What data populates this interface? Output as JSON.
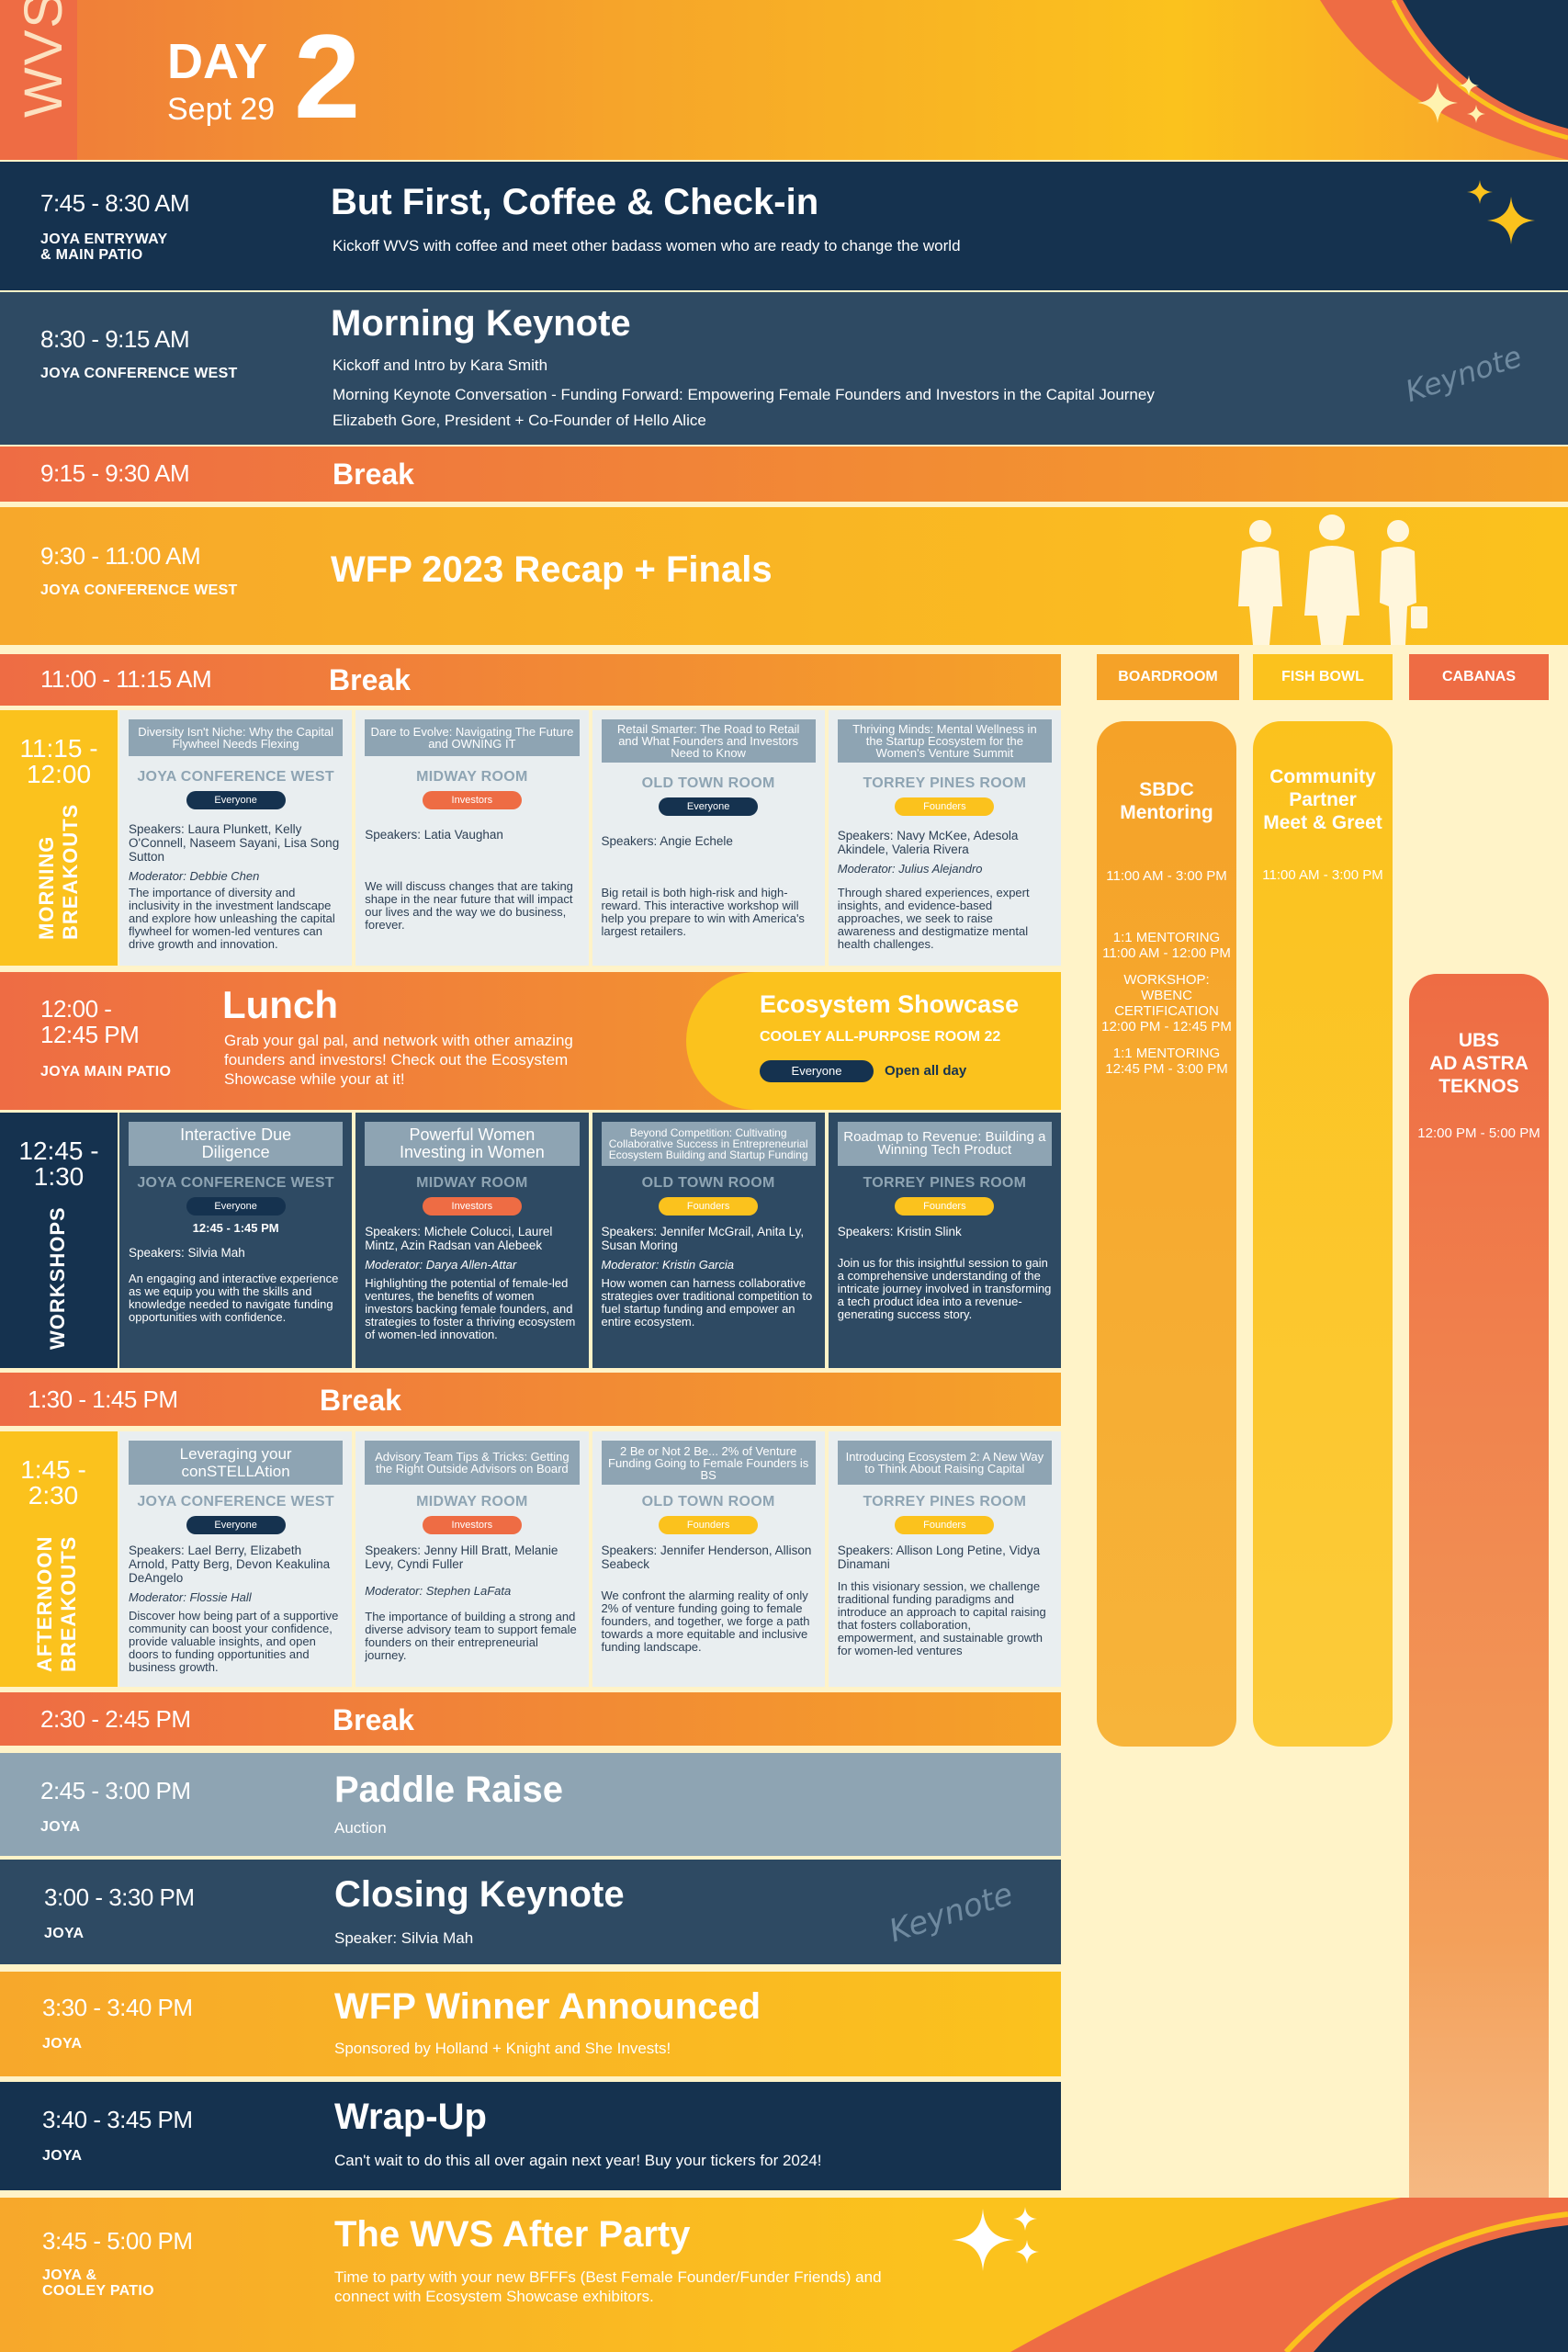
{
  "header": {
    "brand": "WVS",
    "day_word": "DAY",
    "day_number": "2",
    "date": "Sept 29"
  },
  "sessions": {
    "coffee": {
      "time": "7:45 - 8:30 AM",
      "location_line1": "JOYA ENTRYWAY",
      "location_line2": "& MAIN PATIO",
      "title": "But First, Coffee & Check-in",
      "description": "Kickoff WVS with coffee and meet other badass women who are ready to change the world"
    },
    "morning_keynote": {
      "time": "8:30 - 9:15 AM",
      "location": "JOYA CONFERENCE WEST",
      "title": "Morning Keynote",
      "line1": "Kickoff and Intro by Kara Smith",
      "line2": "Morning Keynote Conversation - Funding Forward: Empowering Female Founders and Investors in the Capital Journey",
      "line3": "Elizabeth Gore, President + Co-Founder of Hello Alice",
      "watermark": "Keynote"
    },
    "break1": {
      "time": "9:15 - 9:30 AM",
      "title": "Break"
    },
    "wfp_recap": {
      "time": "9:30 - 11:00 AM",
      "location": "JOYA CONFERENCE WEST",
      "title": "WFP 2023 Recap + Finals"
    },
    "break2": {
      "time": "11:00 - 11:15 AM",
      "title": "Break"
    },
    "lunch": {
      "time_line1": "12:00 -",
      "time_line2": "12:45 PM",
      "location": "JOYA MAIN PATIO",
      "title": "Lunch",
      "description": "Grab your gal pal, and network with other amazing founders and investors! Check out the Ecosystem Showcase while your at it!"
    },
    "ecosystem": {
      "title": "Ecosystem Showcase",
      "location": "COOLEY ALL-PURPOSE ROOM 22",
      "audience": "Everyone",
      "note": "Open all day"
    },
    "break3": {
      "time": "1:30 - 1:45 PM",
      "title": "Break"
    },
    "break4": {
      "time": "2:30 - 2:45 PM",
      "title": "Break"
    },
    "paddle_raise": {
      "time": "2:45 - 3:00 PM",
      "location": "JOYA",
      "title": "Paddle Raise",
      "description": "Auction"
    },
    "closing_keynote": {
      "time": "3:00 - 3:30 PM",
      "location": "JOYA",
      "title": "Closing Keynote",
      "description": "Speaker: Silvia Mah",
      "watermark": "Keynote"
    },
    "wfp_winner": {
      "time": "3:30 - 3:40 PM",
      "location": "JOYA",
      "title": "WFP Winner Announced",
      "description": "Sponsored by Holland + Knight and She Invests!"
    },
    "wrap_up": {
      "time": "3:40 - 3:45 PM",
      "location": "JOYA",
      "title": "Wrap-Up",
      "description": "Can't wait to do this all over again next year! Buy your tickers for 2024!"
    },
    "after_party": {
      "time": "3:45 - 5:00 PM",
      "location_line1": "JOYA &",
      "location_line2": "COOLEY PATIO",
      "title": "The WVS After Party",
      "description": "Time to party with your new BFFFs (Best Female Founder/Funder Friends) and connect with Ecosystem Showcase exhibitors."
    }
  },
  "morning_breakouts": {
    "time_line1": "11:15 -",
    "time_line2": "12:00",
    "label_line1": "MORNING",
    "label_line2": "BREAKOUTS",
    "cells": [
      {
        "title": "Diversity Isn't Niche: Why the Capital Flywheel Needs Flexing",
        "room": "JOYA CONFERENCE WEST",
        "audience": "Everyone",
        "speakers": "Speakers: Laura Plunkett, Kelly O'Connell, Naseem Sayani, Lisa Song Sutton",
        "moderator": "Moderator:  Debbie Chen",
        "description": "The importance of diversity and inclusivity in the investment landscape and explore how unleashing the capital flywheel for women-led ventures can drive growth and innovation."
      },
      {
        "title": "Dare to Evolve: Navigating The Future and OWNING IT",
        "room": "MIDWAY ROOM",
        "audience": "Investors",
        "speakers": "Speakers: Latia Vaughan",
        "moderator": "",
        "description": "We will discuss changes that are taking shape in the near future that will impact our lives and the way we do business, forever."
      },
      {
        "title": "Retail Smarter: The Road to Retail and What Founders and Investors Need to Know",
        "room": "OLD TOWN ROOM",
        "audience": "Everyone",
        "speakers": "Speakers: Angie Echele",
        "moderator": "",
        "description": "Big retail is both high-risk and high-reward. This interactive workshop will help you prepare to win with America's largest retailers."
      },
      {
        "title": "Thriving Minds: Mental Wellness in the Startup Ecosystem for the Women's Venture Summit",
        "room": "TORREY PINES ROOM",
        "audience": "Founders",
        "speakers": "Speakers: Navy McKee, Adesola Akindele, Valeria Rivera",
        "moderator": "Moderator: Julius Alejandro",
        "description": "Through shared experiences, expert insights, and evidence-based approaches, we seek to raise awareness and destigmatize mental health challenges."
      }
    ]
  },
  "workshops": {
    "time_line1": "12:45 -",
    "time_line2": "1:30",
    "label": "WORKSHOPS",
    "cells": [
      {
        "title": "Interactive Due Diligence",
        "room": "JOYA CONFERENCE WEST",
        "audience": "Everyone",
        "time": "12:45 - 1:45 PM",
        "speakers": "Speakers: Silvia Mah",
        "moderator": "",
        "description": "An engaging and interactive experience as we equip you with the skills and knowledge needed to navigate funding opportunities with confidence."
      },
      {
        "title": "Powerful Women Investing in Women",
        "room": "MIDWAY ROOM",
        "audience": "Investors",
        "time": "",
        "speakers": "Speakers:  Michele Colucci, Laurel Mintz, Azin Radsan van Alebeek",
        "moderator": "Moderator: Darya Allen-Attar",
        "description": "Highlighting the potential of female-led ventures, the benefits of women investors backing female founders, and strategies to foster a thriving ecosystem of women-led innovation."
      },
      {
        "title": "Beyond Competition: Cultivating Collaborative Success in Entrepreneurial Ecosystem Building and Startup Funding",
        "room": "OLD TOWN ROOM",
        "audience": "Founders",
        "time": "",
        "speakers": "Speakers: Jennifer McGrail, Anita Ly, Susan Moring",
        "moderator": "Moderator: Kristin Garcia",
        "description": "How women can harness collaborative strategies over traditional competition to fuel startup funding and empower an entire ecosystem."
      },
      {
        "title": "Roadmap to Revenue: Building a Winning Tech Product",
        "room": "TORREY PINES ROOM",
        "audience": "Founders",
        "time": "",
        "speakers": "Speakers: Kristin Slink",
        "moderator": "",
        "description": "Join us for this insightful session to gain a comprehensive understanding of the intricate journey involved in transforming a tech product idea into a revenue-generating success story."
      }
    ]
  },
  "afternoon_breakouts": {
    "time_line1": "1:45 -",
    "time_line2": "2:30",
    "label_line1": "AFTERNOON",
    "label_line2": "BREAKOUTS",
    "cells": [
      {
        "title": "Leveraging your conSTELLAtion",
        "room": "JOYA CONFERENCE WEST",
        "audience": "Everyone",
        "speakers": "Speakers: Lael Berry, Elizabeth Arnold, Patty Berg, Devon Keakulina DeAngelo",
        "moderator": "Moderator: Flossie Hall",
        "description": "Discover how being part of a supportive community can boost your confidence, provide valuable insights, and open doors to funding opportunities and business growth."
      },
      {
        "title": "Advisory Team Tips & Tricks: Getting the Right Outside Advisors on Board",
        "room": "MIDWAY ROOM",
        "audience": "Investors",
        "speakers": "Speakers: Jenny Hill Bratt, Melanie Levy, Cyndi Fuller",
        "moderator": "Moderator: Stephen LaFata",
        "description": "The importance of building a strong and diverse advisory team to support female founders on their entrepreneurial journey."
      },
      {
        "title": "2 Be or Not 2 Be... 2% of Venture Funding Going to Female Founders is BS",
        "room": "OLD TOWN ROOM",
        "audience": "Founders",
        "speakers": "Speakers: Jennifer Henderson, Allison Seabeck",
        "moderator": "",
        "description": "We confront the alarming reality of only 2% of venture funding going to female founders, and together, we forge a path towards a more equitable and inclusive funding landscape."
      },
      {
        "title": "Introducing Ecosystem 2: A New Way to Think About Raising Capital",
        "room": "TORREY PINES ROOM",
        "audience": "Founders",
        "speakers": "Speakers: Allison Long Petine, Vidya Dinamani",
        "moderator": "",
        "description": "In this visionary session, we challenge traditional funding paradigms and introduce an approach to capital raising that fosters collaboration, empowerment, and sustainable growth for women-led ventures"
      }
    ]
  },
  "side_tracks": {
    "boardroom": {
      "header": "BOARDROOM",
      "title_line1": "SBDC",
      "title_line2": "Mentoring",
      "time": "11:00 AM - 3:00 PM",
      "items": [
        "1:1 MENTORING",
        "11:00 AM - 12:00 PM",
        "WORKSHOP: WBENC",
        "CERTIFICATION",
        "12:00 PM - 12:45 PM",
        "1:1 MENTORING",
        "12:45 PM - 3:00 PM"
      ]
    },
    "fishbowl": {
      "header": "FISH BOWL",
      "title_line1": "Community",
      "title_line2": "Partner",
      "title_line3": "Meet & Greet",
      "time": "11:00 AM - 3:00 PM"
    },
    "cabanas": {
      "header": "CABANAS",
      "title_line1": "UBS",
      "title_line2": "AD ASTRA",
      "title_line3": "TEKNOS",
      "time": "12:00 PM - 5:00 PM"
    }
  },
  "colors": {
    "navy": "#15324f",
    "slate": "#2e4a63",
    "orange": "#ee6c44",
    "gold": "#fbc21d",
    "grey": "#8ea4b3",
    "cream": "#fff3c8"
  }
}
